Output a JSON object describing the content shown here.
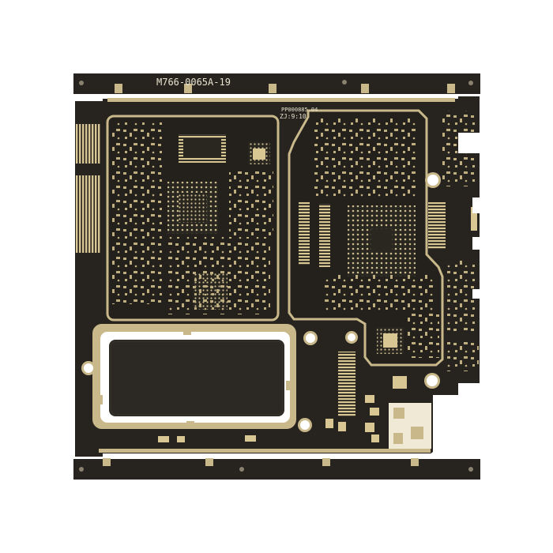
{
  "image": {
    "subject": "pcb-board-photo",
    "background_color": "#ffffff",
    "board_color": "#272420",
    "gold_color": "#c9b98a",
    "silkscreen_color": "#e8e3cf"
  },
  "silkscreen": {
    "top_label": "M766-0065A-19",
    "part_number": "PP000885.04",
    "date_code": "ZJ:9:10"
  }
}
